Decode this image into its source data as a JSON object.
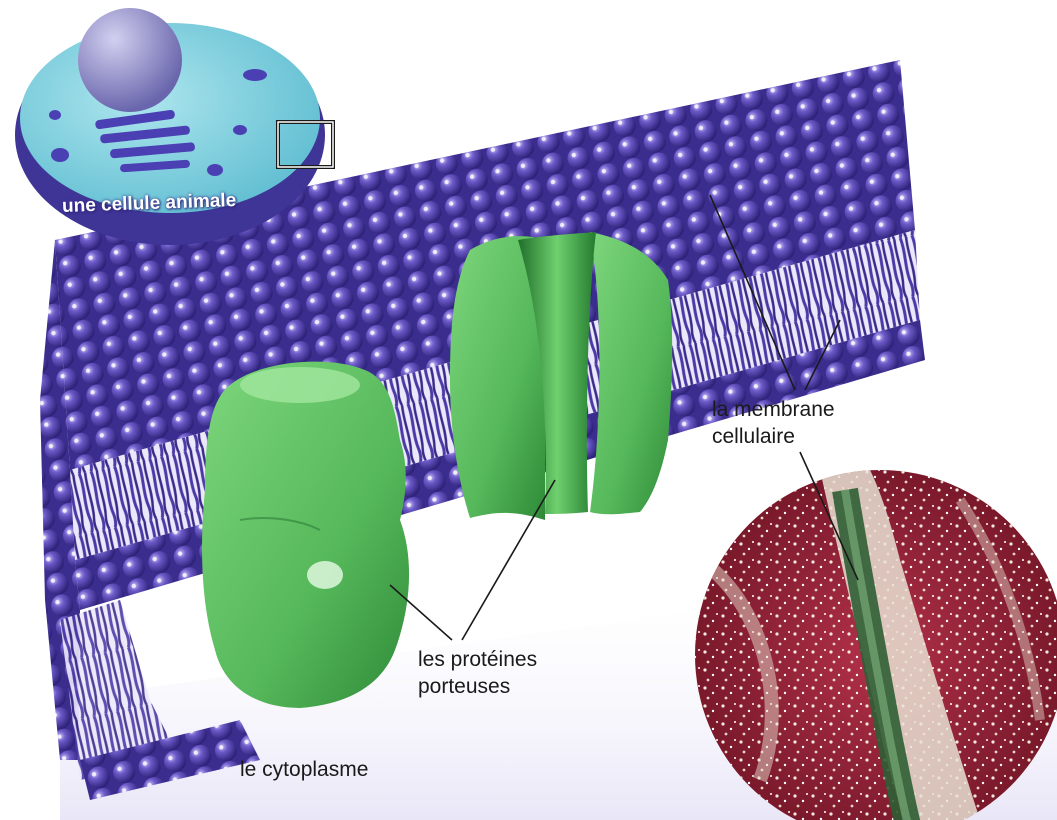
{
  "labels": {
    "cell": "une cellule animale",
    "membrane": [
      "la membrane",
      "cellulaire"
    ],
    "proteins": [
      "les protéines",
      "porteuses"
    ],
    "cytoplasm": "le cytoplasme"
  },
  "colors": {
    "membrane_heads": "#5a46b8",
    "membrane_tails": "#3d2f96",
    "protein": "#5fc46a",
    "cell_inset": "#7fd3e0",
    "micrograph_red": "#8e1c2e",
    "micrograph_green": "#3c6b3c"
  }
}
